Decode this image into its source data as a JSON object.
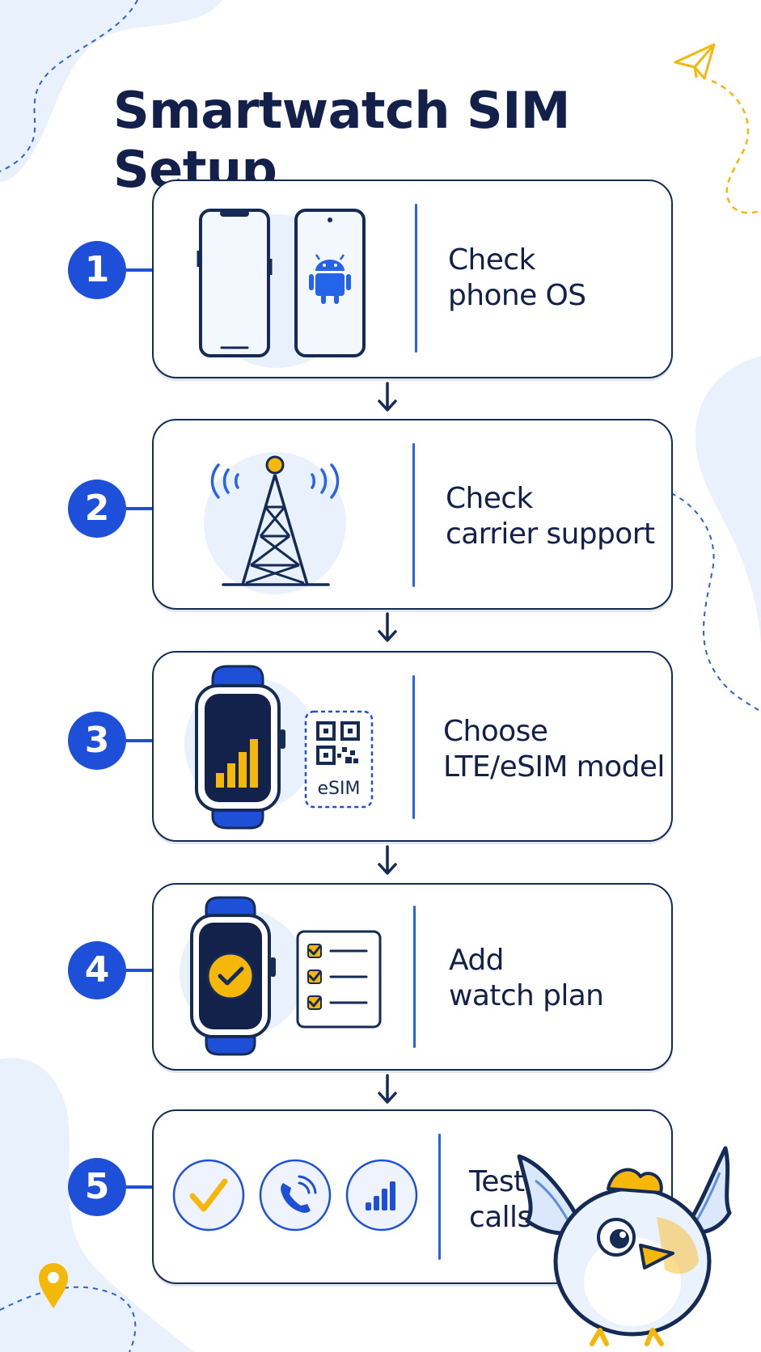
{
  "title": "Smartwatch SIM Setup",
  "steps": [
    {
      "number": "1",
      "label_line1": "Check",
      "label_line2": "phone OS"
    },
    {
      "number": "2",
      "label_line1": "Check",
      "label_line2": "carrier support"
    },
    {
      "number": "3",
      "label_line1": "Choose",
      "label_line2": "LTE/eSIM model",
      "badge": "eSIM"
    },
    {
      "number": "4",
      "label_line1": "Add",
      "label_line2": "watch plan"
    },
    {
      "number": "5",
      "label_line1": "Test",
      "label_line2": "calls"
    }
  ],
  "colors": {
    "navy": "#142b55",
    "blue": "#1d4fd8",
    "light_blue": "#e6effc",
    "yellow": "#f5b70a"
  },
  "icons": [
    "paper-plane-icon",
    "iphone-icon",
    "android-phone-icon",
    "cell-tower-icon",
    "smartwatch-signal-icon",
    "qr-code-icon",
    "smartwatch-check-icon",
    "checklist-icon",
    "checkmark-circle-icon",
    "phone-call-icon",
    "signal-bars-icon",
    "location-pin-icon",
    "bird-mascot-icon"
  ]
}
